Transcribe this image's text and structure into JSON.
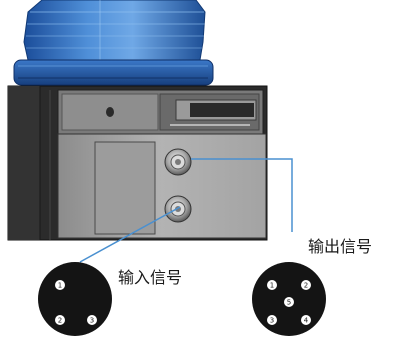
{
  "labels": {
    "input_signal": "输入信号",
    "output_signal": "输出信号"
  },
  "input_connector": {
    "pins": [
      "1",
      "2",
      "3"
    ]
  },
  "output_connector": {
    "pins": [
      "1",
      "2",
      "3",
      "4",
      "5"
    ]
  },
  "colors": {
    "lens_blue": "#2f6fc0",
    "housing_dark": "#2b2b2b",
    "panel_gray": "#9a9a9a",
    "leader_line": "#4a90d0",
    "connector_black": "#141414"
  }
}
